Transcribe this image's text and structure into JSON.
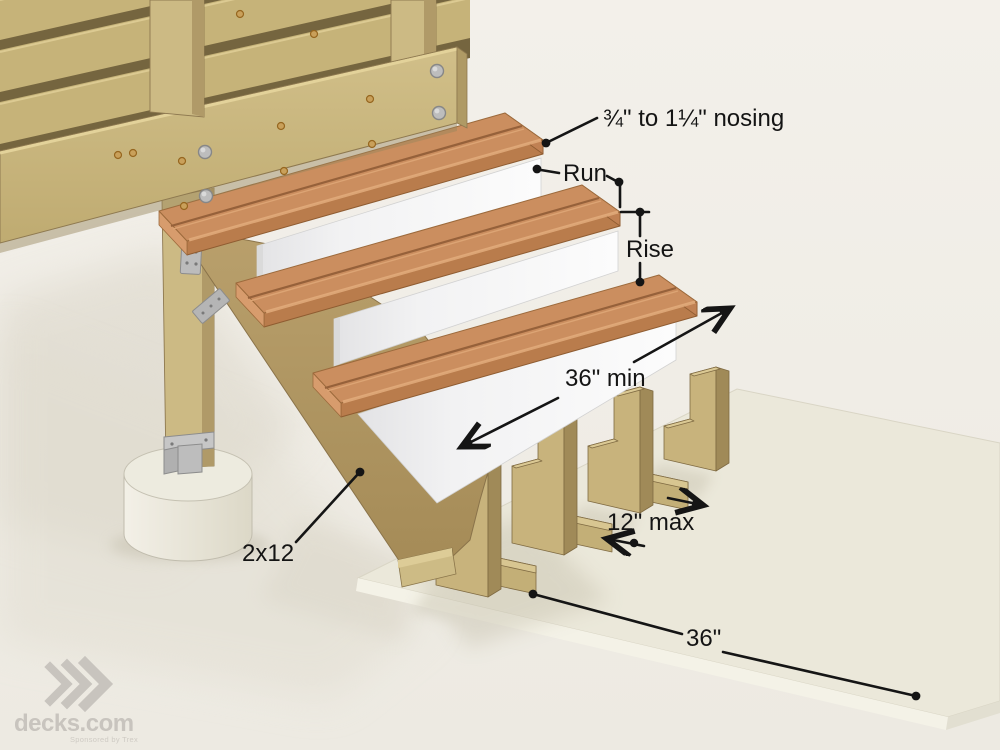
{
  "scene": {
    "title": "Deck stair dimension requirements diagram",
    "subject": "Wood deck with three-step staircase, cut 2x12 stringers and concrete landing pad"
  },
  "annotations": {
    "nosing": "¾\" to 1¼\" nosing",
    "run": "Run",
    "rise": "Rise",
    "stair_width": "36\" min",
    "stringer_spacing": "12\" max",
    "landing_width": "36\"",
    "stringer_board": "2x12"
  },
  "branding": {
    "site": "decks.com",
    "tagline": "Sponsored by Trex"
  },
  "colors": {
    "background": "#f0ede7",
    "tread_wood": "#cb8e5f",
    "tread_front": "#b97c4c",
    "frame_wood": "#c8b47a",
    "stringer_wood": "#b59c68",
    "riser_white": "#f7f7f8",
    "landing_pad": "#ebe8da",
    "concrete_footing": "#edebdf",
    "annotation_ink": "#151515",
    "logo_grey": "#c8c4be"
  }
}
